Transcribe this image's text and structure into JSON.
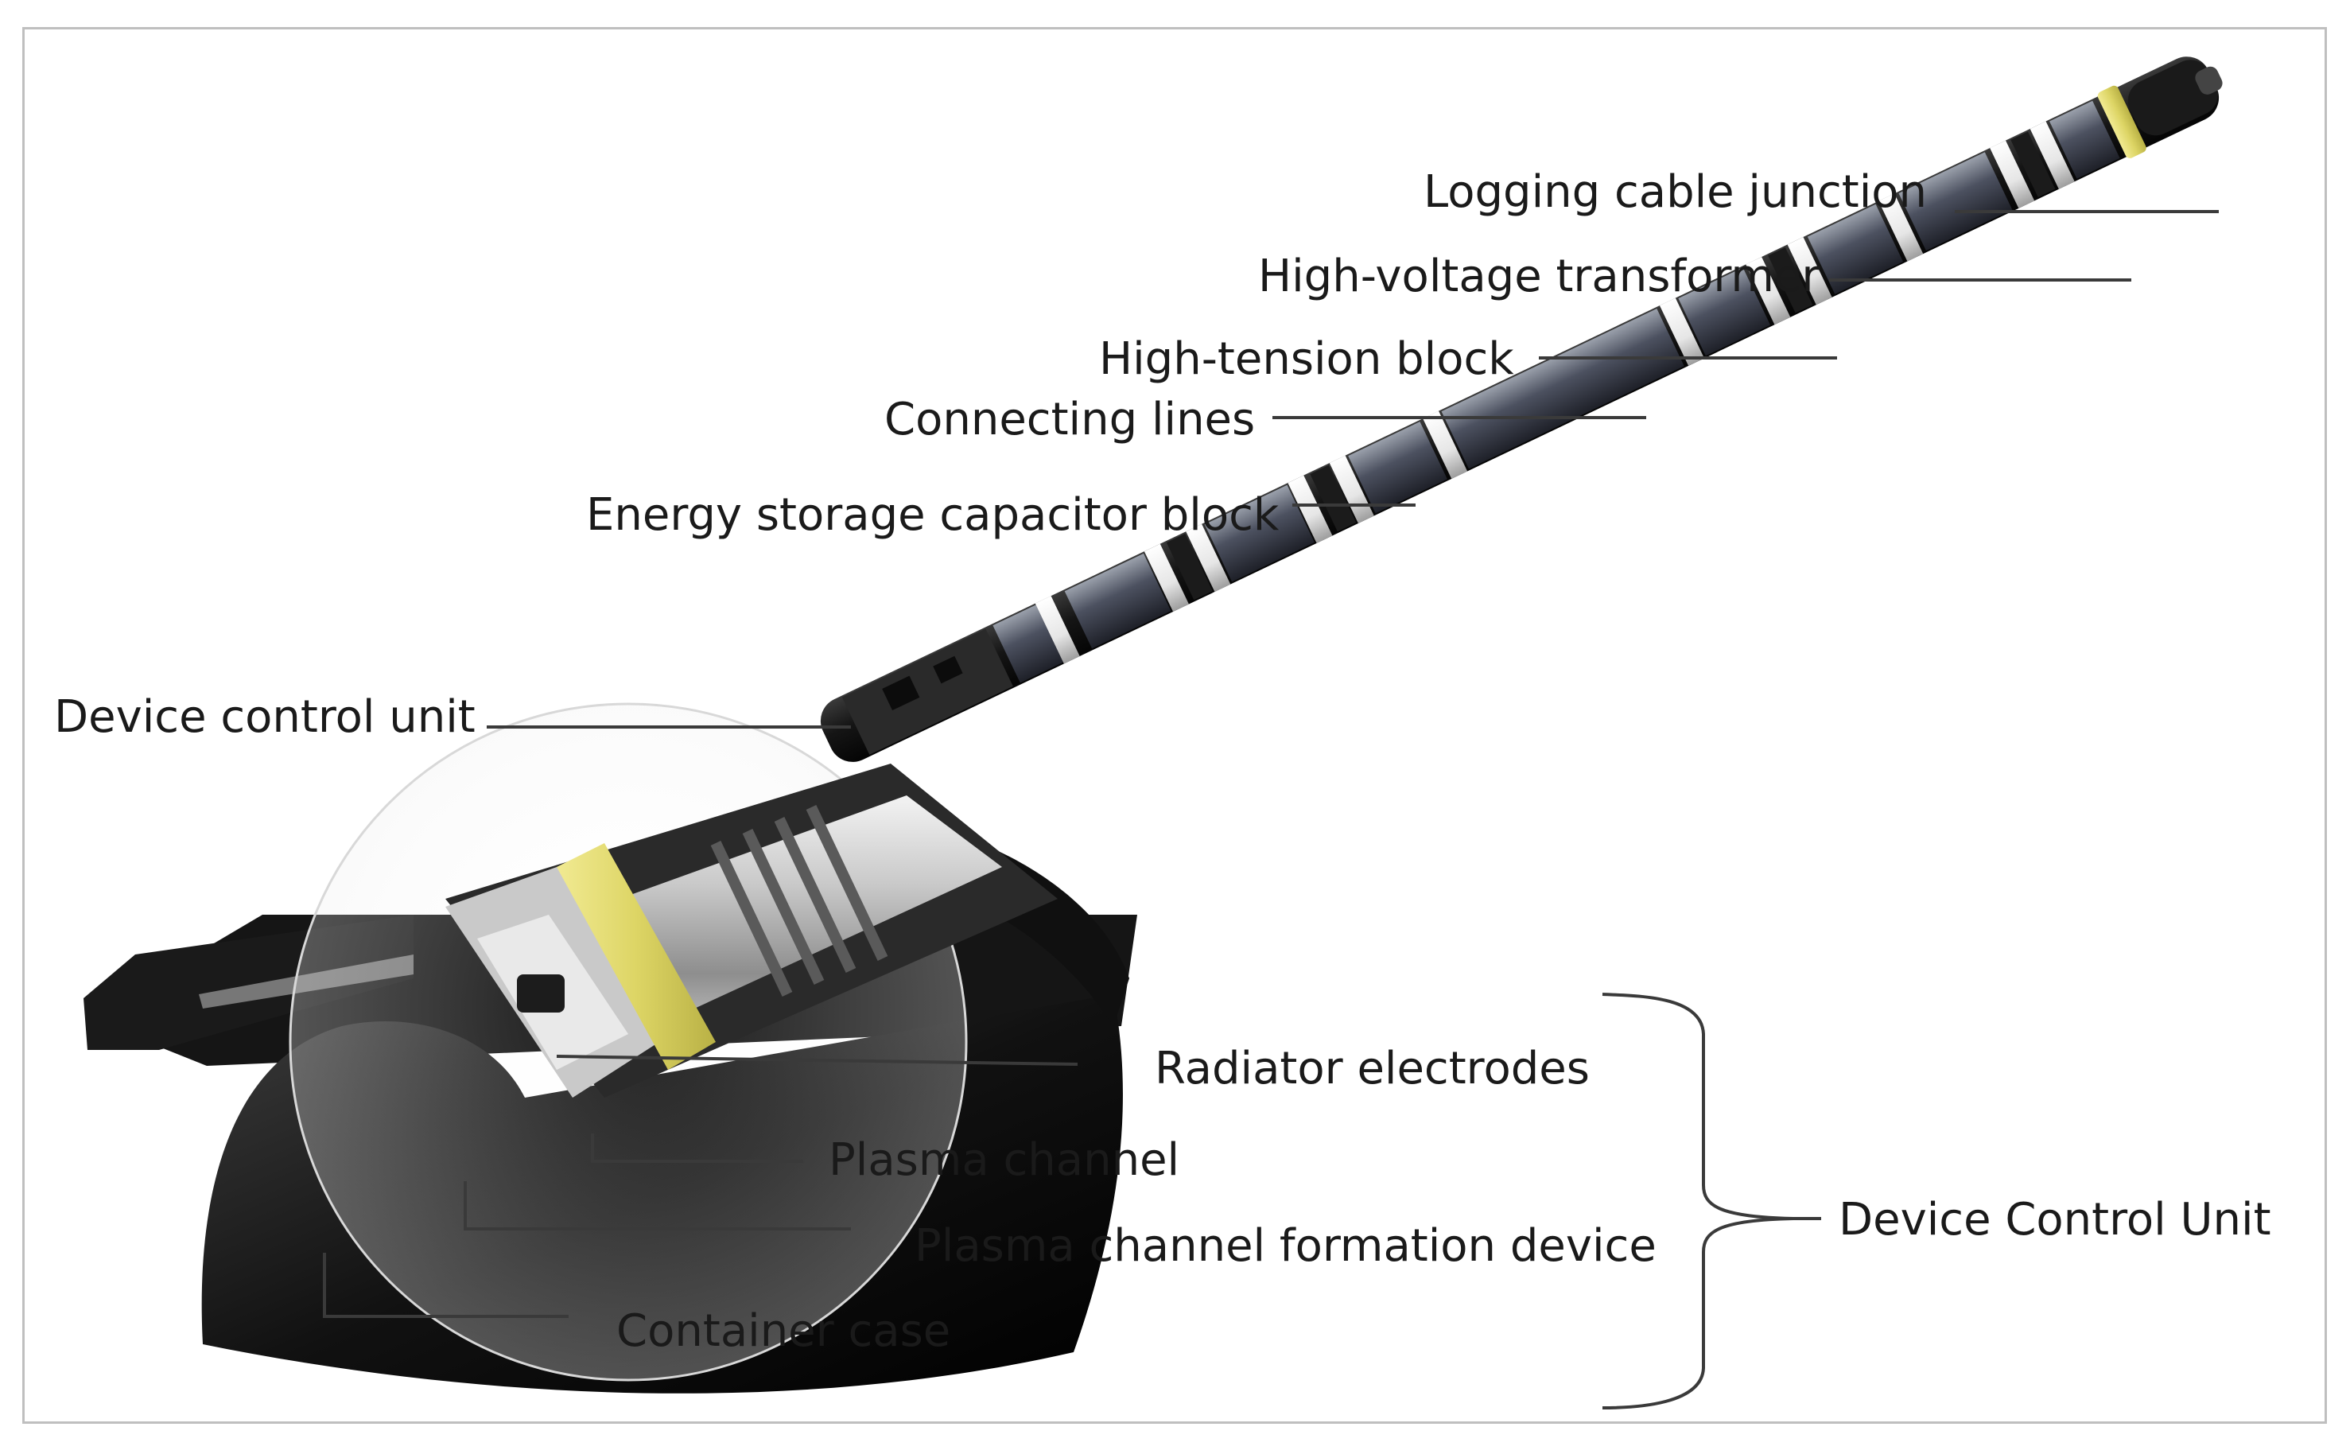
{
  "labels": {
    "logging_cable_junction": "Logging cable junction",
    "high_voltage_transformer": "High-voltage transformer",
    "high_tension_block": "High-tension block",
    "connecting_lines": "Connecting lines",
    "energy_storage_capacitor_block": "Energy storage capacitor block",
    "device_control_unit_small": "Device control unit",
    "radiator_electrodes": "Radiator electrodes",
    "plasma_channel": "Plasma channel",
    "plasma_channel_formation_device": "Plasma channel formation device",
    "container_case": "Container case",
    "device_control_unit_group": "Device Control Unit"
  },
  "colors": {
    "tool_body": "#1b1b1b",
    "segment_band": "#f2f2f2",
    "capacitor_cell": "#5a5f6b",
    "yellow_ring": "#e6df76",
    "leader_line": "#3a3a3a",
    "label_text": "#1a1a1a"
  }
}
